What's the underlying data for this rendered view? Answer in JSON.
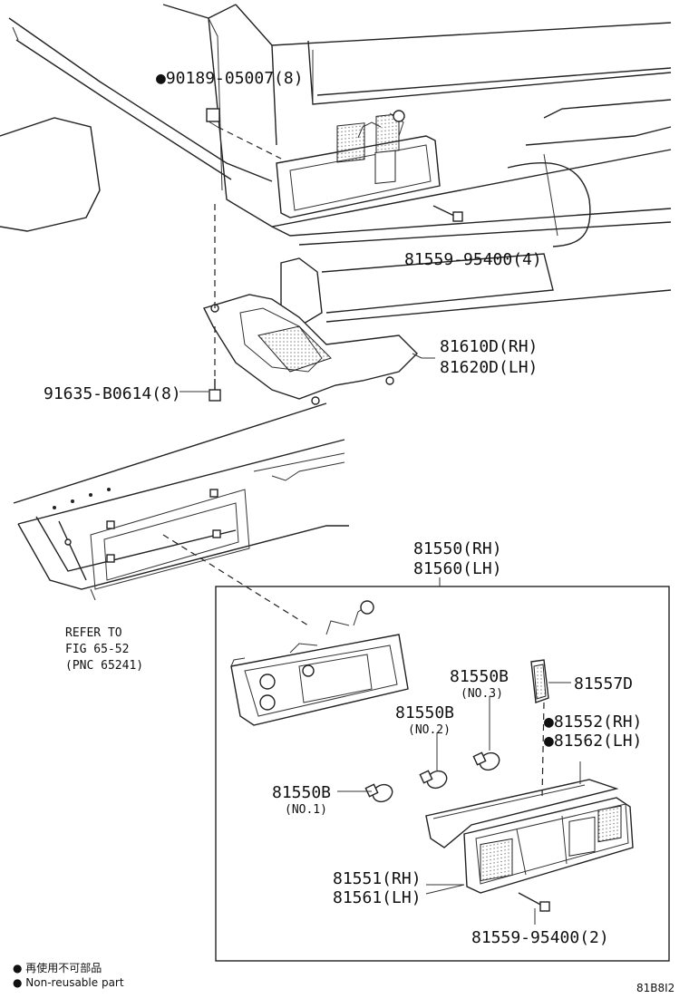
{
  "callouts": {
    "bolt_top": {
      "marker": "●",
      "text": "90189-05007(8)"
    },
    "screw_top": {
      "text": "81559-95400(4)"
    },
    "bracket_rh": {
      "text": "81610D(RH)"
    },
    "bracket_lh": {
      "text": "81620D(LH)"
    },
    "bolt_left": {
      "text": "91635-B0614(8)"
    },
    "assy_rh": {
      "text": "81550(RH)"
    },
    "assy_lh": {
      "text": "81560(LH)"
    },
    "bulb3": {
      "text": "81550B",
      "sub": "(NO.3)"
    },
    "bulb2": {
      "text": "81550B",
      "sub": "(NO.2)"
    },
    "bulb1": {
      "text": "81550B",
      "sub": "(NO.1)"
    },
    "reflector": {
      "text": "81557D"
    },
    "gasket_rh": {
      "marker": "●",
      "text": "81552(RH)"
    },
    "gasket_lh": {
      "marker": "●",
      "text": "81562(LH)"
    },
    "lens_rh": {
      "text": "81551(RH)"
    },
    "lens_lh": {
      "text": "81561(LH)"
    },
    "screw_bottom": {
      "text": "81559-95400(2)"
    }
  },
  "reference": {
    "line1": "REFER TO",
    "line2": "FIG 65-52",
    "line3": "(PNC 65241)"
  },
  "legend": {
    "jp": "● 再使用不可部品",
    "en": "● Non-reusable part"
  },
  "figure_code": "81B8I2"
}
